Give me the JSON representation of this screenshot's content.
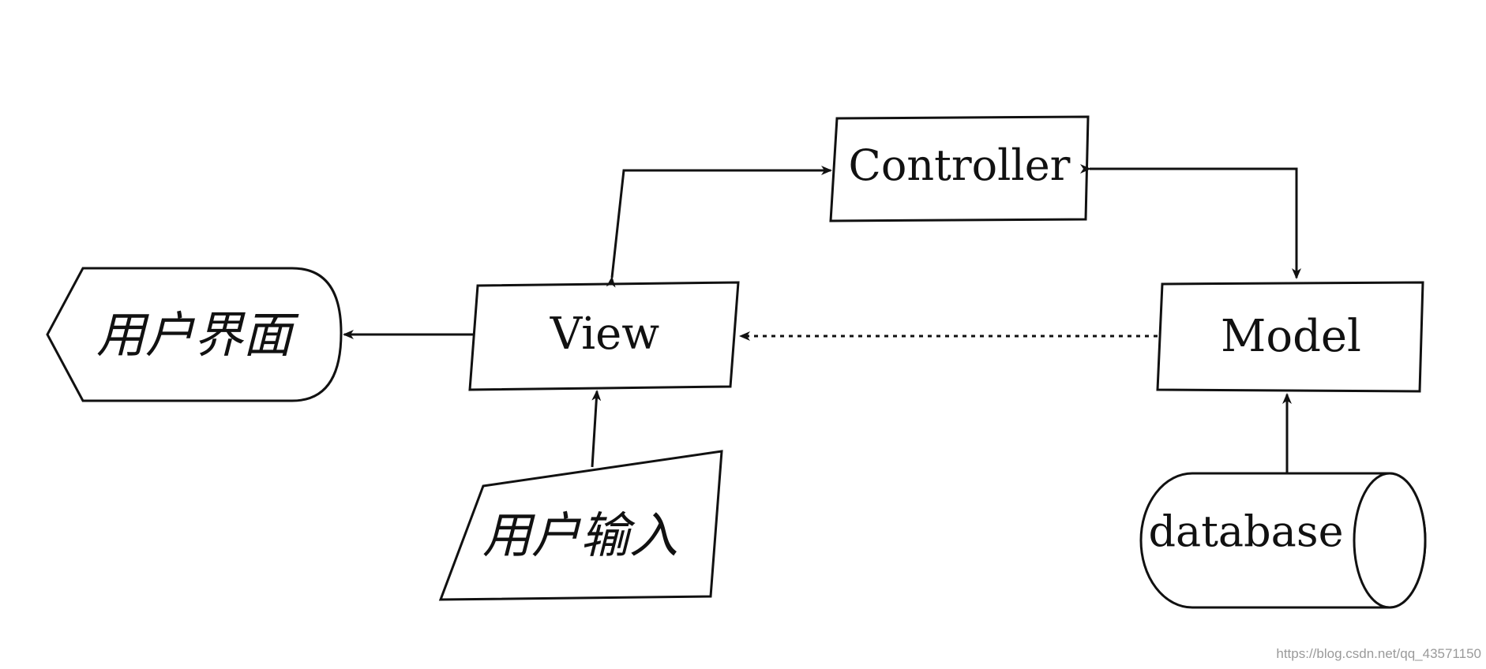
{
  "nodes": {
    "controller": "Controller",
    "view": "View",
    "model": "Model",
    "database": "database",
    "ui": "用户界面",
    "input": "用户输入"
  },
  "watermark": "https://blog.csdn.net/qq_43571150",
  "colors": {
    "stroke": "#111111",
    "background": "#ffffff",
    "watermark": "#9a9a9a"
  }
}
